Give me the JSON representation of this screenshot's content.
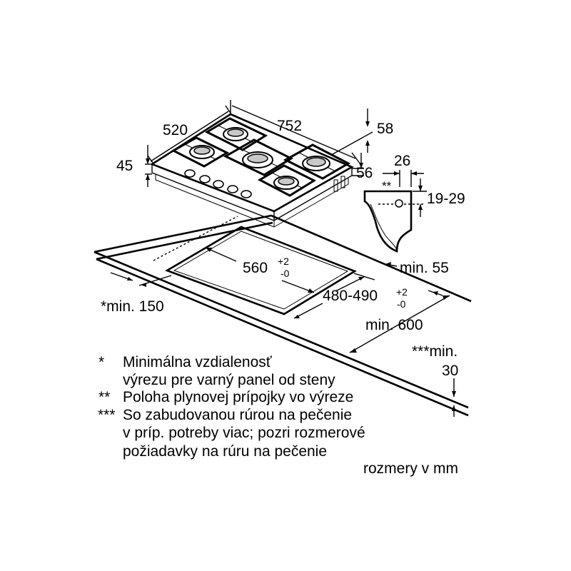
{
  "dimensions": {
    "width_hob": "752",
    "depth_hob": "520",
    "height_hob": "45",
    "side_offset": "58",
    "front_offset": "56",
    "connector_offset": "26",
    "connector_height": "19-29",
    "connector_marker": "**",
    "cutout_width": "560",
    "cutout_width_tol_plus": "+2",
    "cutout_width_tol_minus": "-0",
    "cutout_depth": "480-490",
    "cutout_depth_tol_plus": "+2",
    "cutout_depth_tol_minus": "-0",
    "min_front": "min. 55",
    "min_wall": "*min. 150",
    "min_depth": "min. 600",
    "min_below_1": "***min.",
    "min_below_2": "30"
  },
  "notes": [
    {
      "mark": "*",
      "lines": [
        "Minimálna vzdialenosť",
        "výrezu pre varný panel od steny"
      ]
    },
    {
      "mark": "**",
      "lines": [
        "Poloha plynovej prípojky vo výreze"
      ]
    },
    {
      "mark": "***",
      "lines": [
        "So zabudovanou rúrou na pečenie",
        "v príp. potreby viac; pozri rozmerové",
        "požiadavky na rúru na pečenie"
      ]
    }
  ],
  "units_note": "rozmery v mm"
}
